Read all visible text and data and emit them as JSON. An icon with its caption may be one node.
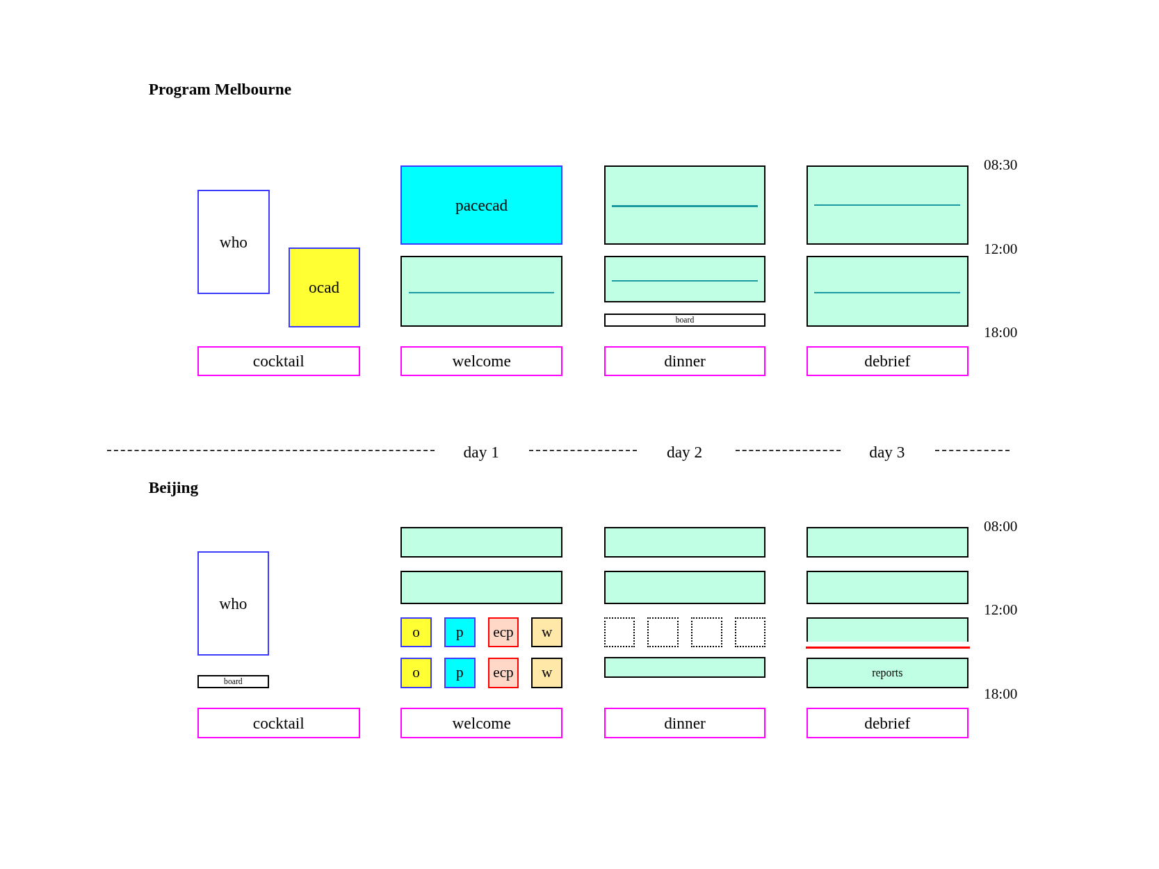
{
  "diagram": {
    "nodes": [
      {
        "text": [
          "who"
        ]
      },
      {
        "text": [
          "ocad"
        ]
      },
      {
        "text": [
          "pacecad"
        ]
      },
      {
        "text": [],
        "shape": "box"
      },
      {
        "text": [],
        "shape": "box"
      },
      {
        "text": [],
        "shape": "box"
      },
      {
        "text": [],
        "shape": "box"
      },
      {
        "text": [],
        "shape": "box"
      },
      {
        "text": [
          "board"
        ]
      },
      {
        "text": [
          "cocktail"
        ]
      },
      {
        "text": [
          "welcome"
        ]
      },
      {
        "text": [
          "dinner"
        ]
      },
      {
        "text": [
          "debrief"
        ]
      },
      {
        "text": [],
        "shape": "box"
      },
      {
        "text": [],
        "shape": "box"
      },
      {
        "text": [],
        "shape": "box"
      },
      {
        "text": [
          "who"
        ]
      },
      {
        "text": [],
        "shape": "box"
      },
      {
        "text": [],
        "shape": "box"
      },
      {
        "text": [],
        "shape": "box"
      },
      {
        "text": [
          "o"
        ]
      },
      {
        "text": [
          "p"
        ]
      },
      {
        "text": [
          "ecp"
        ]
      },
      {
        "text": [
          "w"
        ]
      },
      {
        "text": [],
        "shape": "box"
      },
      {
        "text": [],
        "shape": "box"
      },
      {
        "text": [],
        "shape": "box"
      },
      {
        "text": [],
        "shape": "box"
      },
      {
        "text": [],
        "shape": "box"
      },
      {
        "text": [
          "o"
        ]
      },
      {
        "text": [
          "p"
        ]
      },
      {
        "text": [
          "ecp"
        ]
      },
      {
        "text": [
          "w"
        ]
      },
      {
        "text": [
          "board"
        ]
      },
      {
        "text": [],
        "shape": "box"
      },
      {
        "text": [
          "reports"
        ]
      },
      {
        "text": [
          "cocktail"
        ]
      },
      {
        "text": [
          "welcome"
        ]
      },
      {
        "text": [
          "dinner"
        ]
      },
      {
        "text": [
          "debrief"
        ]
      }
    ],
    "labels": [
      "Program Melbourne",
      "08:30",
      "12:00",
      "18:00",
      "day 1",
      "day 2",
      "day 3",
      "Beijing",
      "08:00",
      "12:00",
      "18:00"
    ]
  }
}
